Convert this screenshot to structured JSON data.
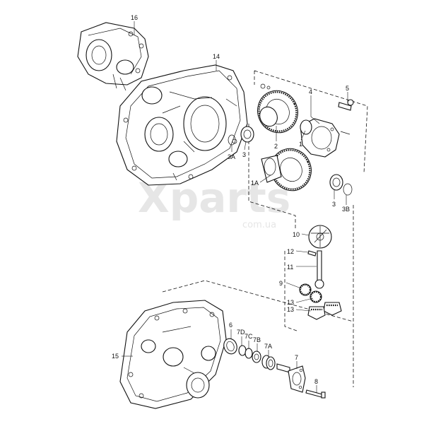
{
  "watermark": {
    "brand": "Xparts",
    "domain": "com.ua"
  },
  "callouts": {
    "p16": "16",
    "p14": "14",
    "p4": "4",
    "p5": "5",
    "p2": "2",
    "p1": "1",
    "p3a": "3A",
    "p3_left": "3",
    "p1a": "1A",
    "p3_right": "3",
    "p3b": "3B",
    "p10": "10",
    "p12": "12",
    "p11": "11",
    "p9": "9",
    "p13_upper": "13",
    "p13_lower": "13",
    "p6": "6",
    "p7d": "7D",
    "p7c": "7C",
    "p7b": "7B",
    "p7a": "7A",
    "p7": "7",
    "p8": "8",
    "p15": "15"
  }
}
